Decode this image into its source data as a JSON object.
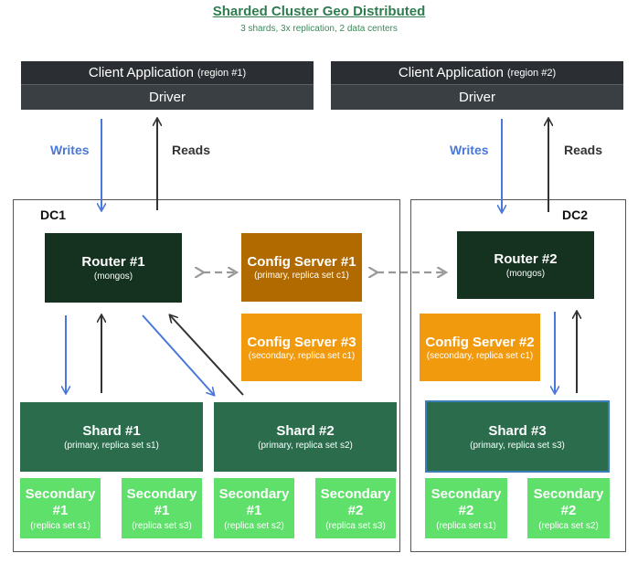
{
  "title": "Sharded Cluster Geo Distributed",
  "subtitle": "3 shards, 3x replication, 2 data centers",
  "clients": [
    {
      "name": "Client Application",
      "region": "(region #1)",
      "driver": "Driver",
      "writes": "Writes",
      "reads": "Reads"
    },
    {
      "name": "Client Application",
      "region": "(region #2)",
      "driver": "Driver",
      "writes": "Writes",
      "reads": "Reads"
    }
  ],
  "dc1": {
    "label": "DC1",
    "router": {
      "title": "Router #1",
      "sub": "(mongos)"
    },
    "config_primary": {
      "title": "Config Server #1",
      "sub": "(primary, replica set c1)"
    },
    "config_secondary": {
      "title": "Config Server #3",
      "sub": "(secondary, replica set c1)"
    },
    "shards": [
      {
        "title": "Shard #1",
        "sub": "(primary, replica set s1)"
      },
      {
        "title": "Shard #2",
        "sub": "(primary, replica set s2)"
      }
    ],
    "secondaries": [
      {
        "title": "Secondary",
        "num": "#1",
        "sub": "(replica set s1)"
      },
      {
        "title": "Secondary",
        "num": "#1",
        "sub": "(replica set s3)"
      },
      {
        "title": "Secondary",
        "num": "#1",
        "sub": "(replica set s2)"
      },
      {
        "title": "Secondary",
        "num": "#2",
        "sub": "(replica set s3)"
      }
    ]
  },
  "dc2": {
    "label": "DC2",
    "router": {
      "title": "Router #2",
      "sub": "(mongos)"
    },
    "config_secondary": {
      "title": "Config Server #2",
      "sub": "(secondary, replica set c1)"
    },
    "shard": {
      "title": "Shard #3",
      "sub": "(primary, replica set s3)"
    },
    "secondaries": [
      {
        "title": "Secondary",
        "num": "#2",
        "sub": "(replica set s1)"
      },
      {
        "title": "Secondary",
        "num": "#2",
        "sub": "(replica set s2)"
      }
    ]
  },
  "colors": {
    "writes_arrow": "#4a78d8",
    "reads_arrow": "#333333",
    "config_primary": "#b06a00",
    "config_secondary": "#f29a0e",
    "shard": "#2a6c4c",
    "secondary": "#5ee06a",
    "router": "#14321f"
  }
}
